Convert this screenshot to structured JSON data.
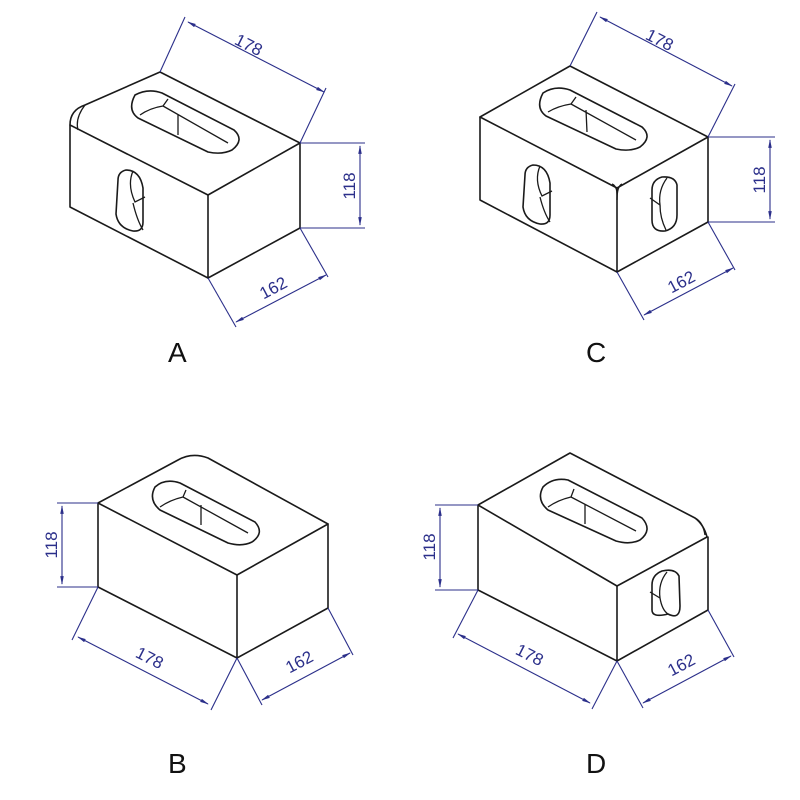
{
  "figure": {
    "dimension_color": "#2b2f8a",
    "line_color": "#1a1a1a",
    "views": [
      {
        "label": "A",
        "dims": {
          "length": "178",
          "height": "118",
          "width": "162"
        }
      },
      {
        "label": "B",
        "dims": {
          "length": "178",
          "height": "118",
          "width": "162"
        }
      },
      {
        "label": "C",
        "dims": {
          "length": "178",
          "height": "118",
          "width": "162"
        }
      },
      {
        "label": "D",
        "dims": {
          "length": "178",
          "height": "118",
          "width": "162"
        }
      }
    ]
  }
}
